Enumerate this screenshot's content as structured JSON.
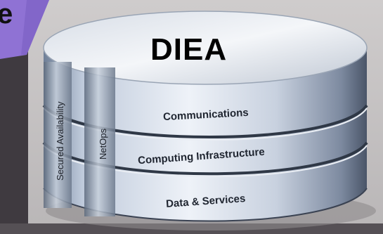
{
  "corner_text": "e",
  "title": "DIEA",
  "layers": [
    {
      "label": "Communications"
    },
    {
      "label": "Computing Infrastructure"
    },
    {
      "label": "Data & Services"
    }
  ],
  "pillars": [
    {
      "label": "Secured Availability"
    },
    {
      "label": "NetOps"
    }
  ],
  "colors": {
    "background": "#c9c6c6",
    "purple_accent": "#8f72d4",
    "cylinder_light": "#eef2f8",
    "cylinder_mid": "#9aa9c0",
    "cylinder_dark": "#4a5568"
  }
}
